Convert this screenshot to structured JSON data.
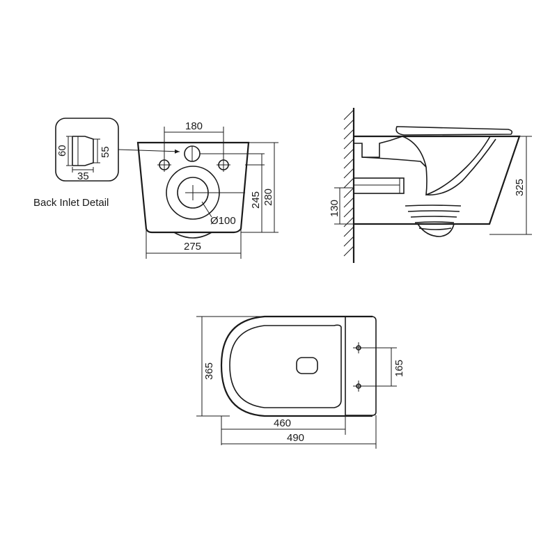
{
  "labels": {
    "back_inlet_detail": "Back Inlet Detail"
  },
  "detail": {
    "height_outer": "60",
    "height_inner": "55",
    "depth": "35"
  },
  "front_view": {
    "bolt_spacing": "180",
    "width": "275",
    "outlet_height": "245",
    "total_height": "280",
    "outlet_diameter": "Ø100"
  },
  "side_view": {
    "inlet_height": "130",
    "total_height": "325"
  },
  "top_view": {
    "width": "365",
    "bolt_spacing": "165",
    "length_inner": "460",
    "length_total": "490"
  }
}
